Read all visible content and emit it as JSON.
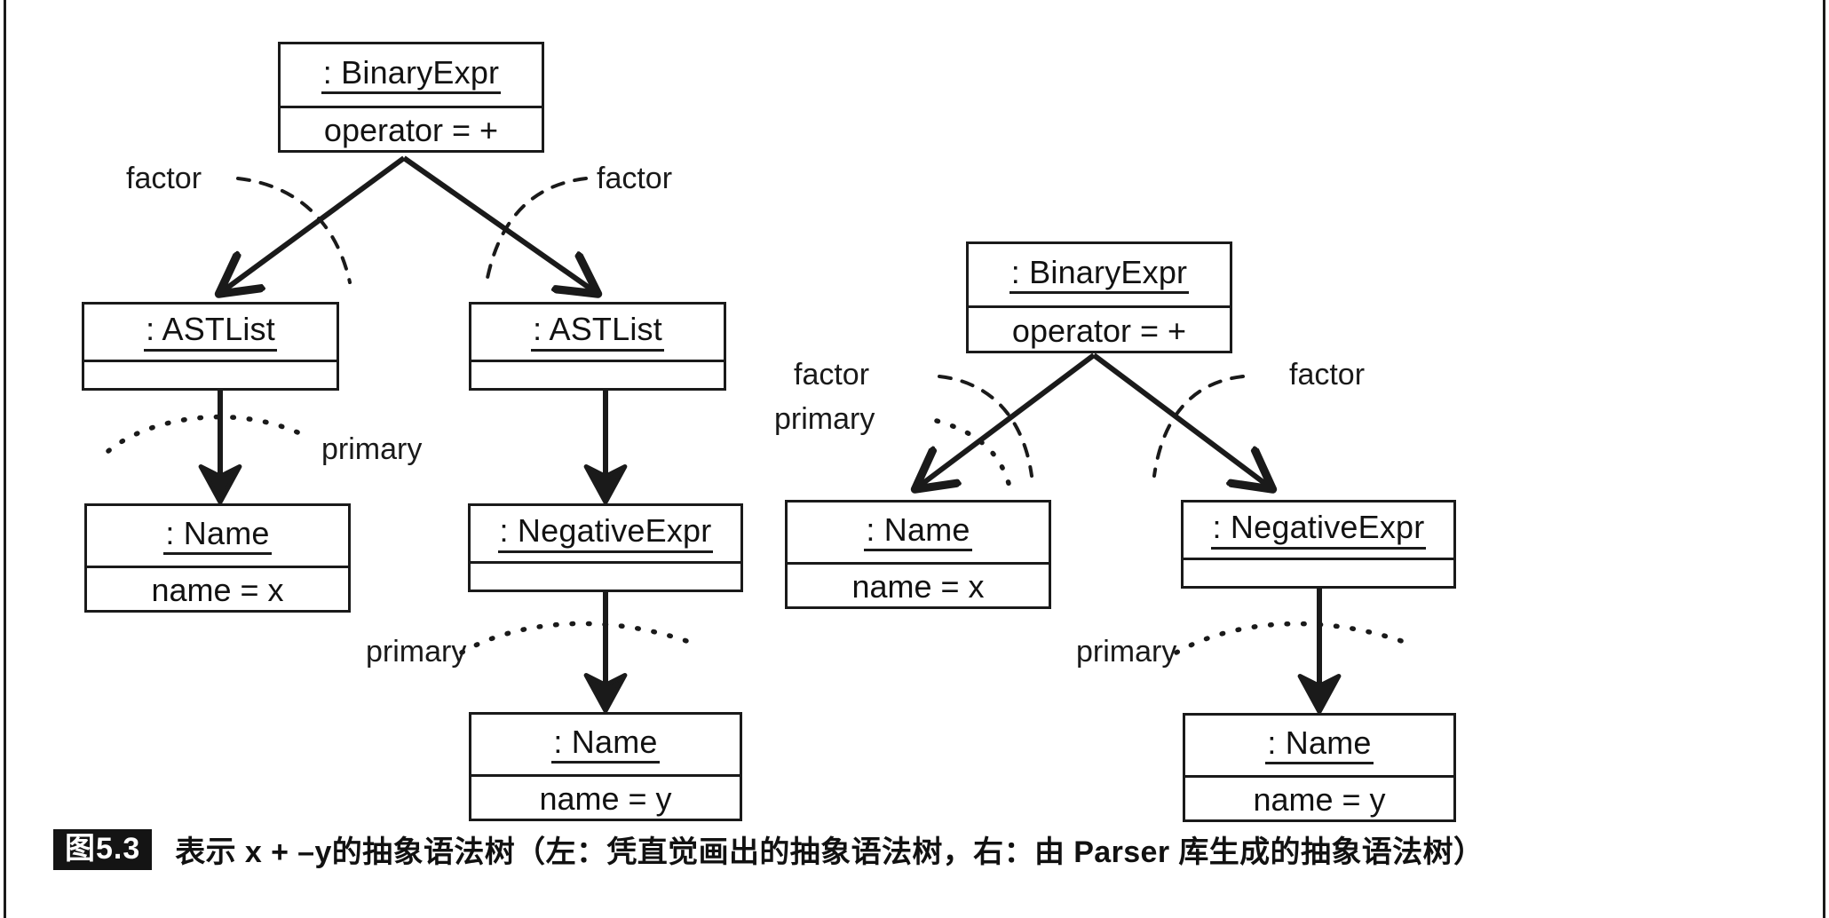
{
  "figure": {
    "number": "图5.3",
    "caption": "表示 x + –y的抽象语法树（左：凭直觉画出的抽象语法树，右：由 Parser 库生成的抽象语法树）"
  },
  "left_tree": {
    "title": "intuitive-ast",
    "nodes": {
      "root": {
        "header": ": BinaryExpr",
        "attr": "operator = +"
      },
      "left_list": {
        "header": ": ASTList",
        "attr": ""
      },
      "right_list": {
        "header": ": ASTList",
        "attr": ""
      },
      "name_x": {
        "header": ": Name",
        "attr": "name = x"
      },
      "negative": {
        "header": ": NegativeExpr",
        "attr": ""
      },
      "name_y": {
        "header": ": Name",
        "attr": "name = y"
      }
    },
    "edges": [
      {
        "label": "factor",
        "style": "dashed"
      },
      {
        "label": "factor",
        "style": "dashed"
      },
      {
        "label": "primary",
        "style": "dotted"
      },
      {
        "label": "primary",
        "style": "dotted"
      }
    ]
  },
  "right_tree": {
    "title": "parser-generated-ast",
    "nodes": {
      "root": {
        "header": ": BinaryExpr",
        "attr": "operator = +"
      },
      "name_x": {
        "header": ": Name",
        "attr": "name = x"
      },
      "negative": {
        "header": ": NegativeExpr",
        "attr": ""
      },
      "name_y": {
        "header": ": Name",
        "attr": "name = y"
      }
    },
    "edges": [
      {
        "label": "factor",
        "style": "dashed"
      },
      {
        "label": "primary",
        "style": "dotted"
      },
      {
        "label": "factor",
        "style": "dashed"
      },
      {
        "label": "primary",
        "style": "dotted"
      }
    ]
  },
  "colors": {
    "ink": "#1a1a1a",
    "paper": "#ffffff"
  }
}
